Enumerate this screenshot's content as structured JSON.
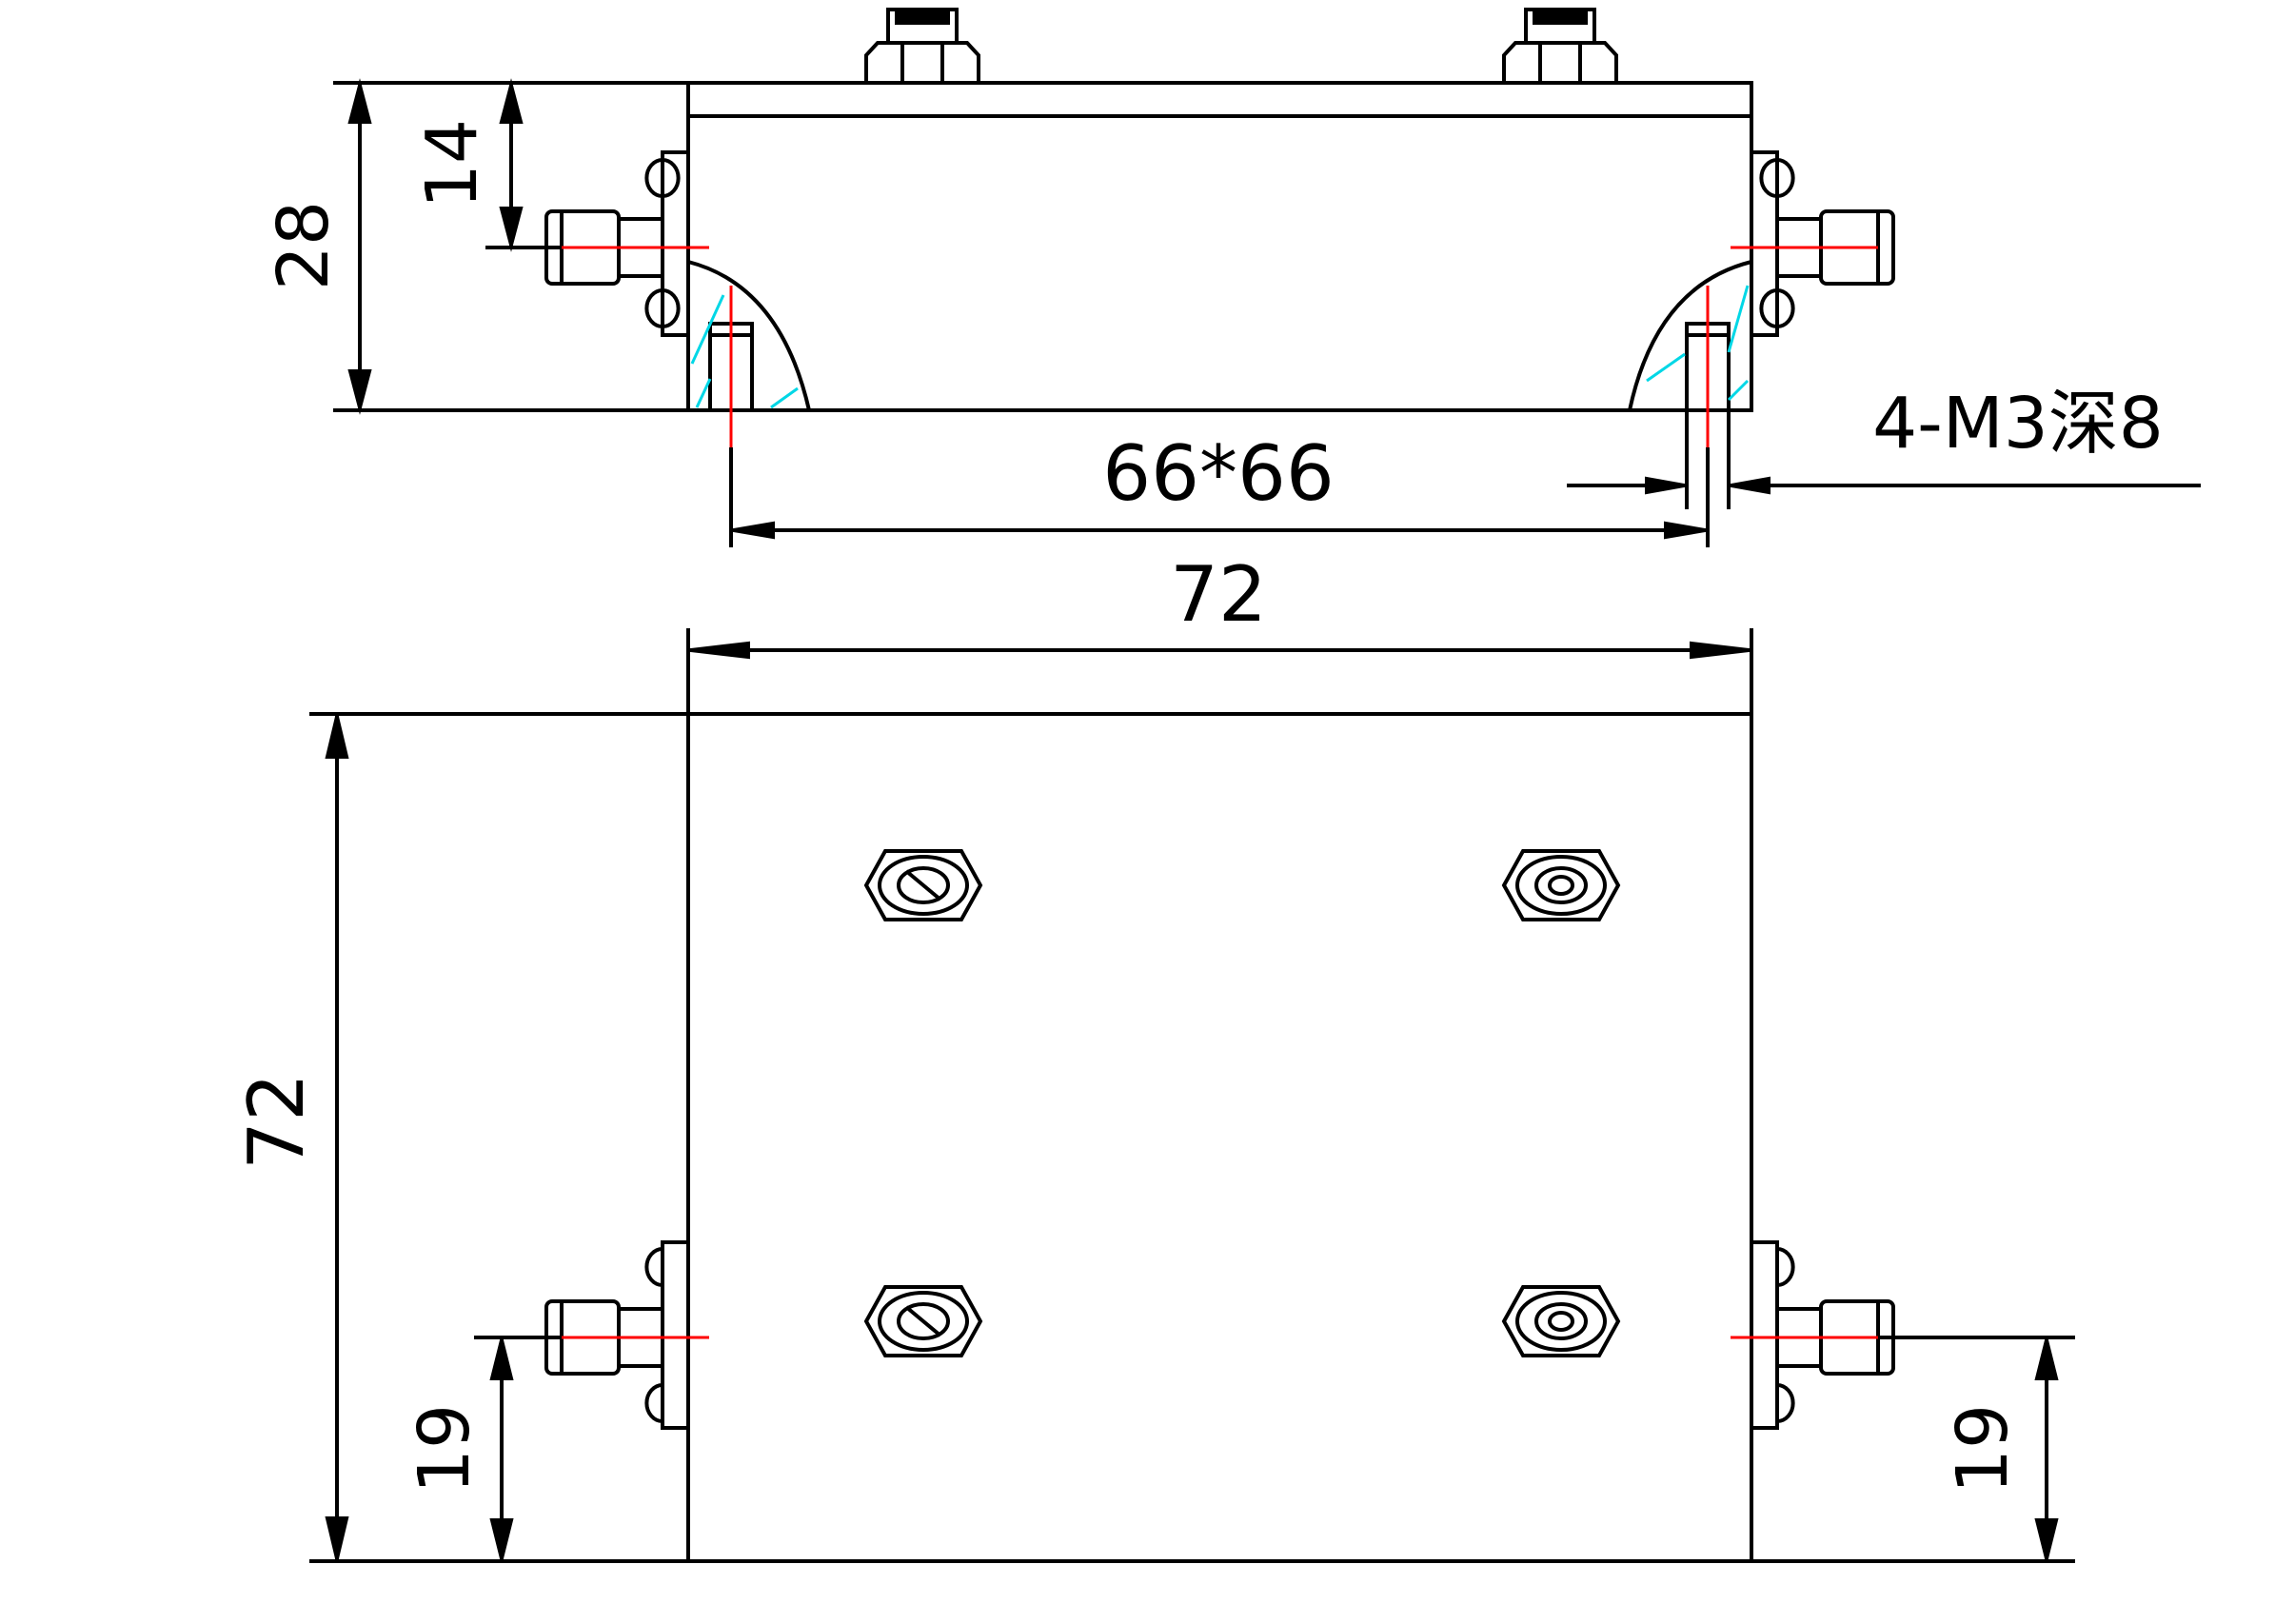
{
  "colors": {
    "line": "#000000",
    "center_line": "#ff0000",
    "hatch": "#00d7e6",
    "background": "#ffffff"
  },
  "side_view": {
    "total_height": "28",
    "connector_height": "14",
    "mounting_pitch": "66*66",
    "width": "72",
    "mounting_holes": "4-M3深8"
  },
  "top_view": {
    "length": "72",
    "left_connector_height": "19",
    "right_connector_height": "19"
  }
}
